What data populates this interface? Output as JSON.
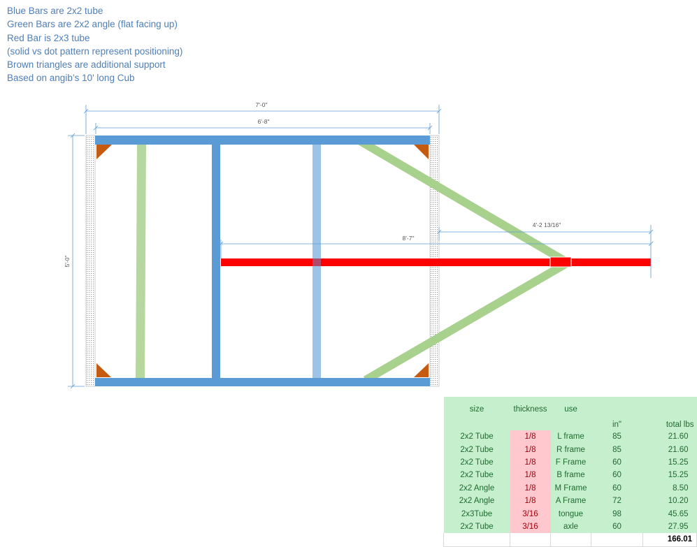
{
  "notes": [
    "Blue Bars are 2x2 tube",
    "Green Bars are 2x2 angle (flat facing up)",
    "Red Bar is 2x3 tube",
    "(solid vs dot pattern represent positioning)",
    "Brown triangles are additional support",
    "Based on angib’s 10' long Cub"
  ],
  "dimensions": {
    "overall_width": "7'-0\"",
    "inner_width": "6'-8\"",
    "height": "5'-0\"",
    "tongue_ext": "4'-2 13/16\"",
    "tongue_total": "8'-7\""
  },
  "colors": {
    "blue": "#5b9bd5",
    "green": "#a9d18e",
    "red": "#ff0000",
    "brown": "#c55a11"
  },
  "table": {
    "headers": {
      "size": "size",
      "thickness": "thickness",
      "use": "use",
      "in": "in\"",
      "total": "total lbs"
    },
    "rows": [
      {
        "size": "2x2 Tube",
        "thickness": "1/8",
        "use": "L frame",
        "in": "85",
        "total": "21.60"
      },
      {
        "size": "2x2 Tube",
        "thickness": "1/8",
        "use": "R frame",
        "in": "85",
        "total": "21.60"
      },
      {
        "size": "2x2 Tube",
        "thickness": "1/8",
        "use": "F Frame",
        "in": "60",
        "total": "15.25"
      },
      {
        "size": "2x2 Tube",
        "thickness": "1/8",
        "use": "B frame",
        "in": "60",
        "total": "15.25"
      },
      {
        "size": "2x2 Angle",
        "thickness": "1/8",
        "use": "M Frame",
        "in": "60",
        "total": "8.50"
      },
      {
        "size": "2x2 Angle",
        "thickness": "1/8",
        "use": "A Frame",
        "in": "72",
        "total": "10.20"
      },
      {
        "size": "2x3Tube",
        "thickness": "3/16",
        "use": "tongue",
        "in": "98",
        "total": "45.65"
      },
      {
        "size": "2x2 Tube",
        "thickness": "3/16",
        "use": "axle",
        "in": "60",
        "total": "27.95"
      }
    ],
    "grand_total": "166.01"
  }
}
